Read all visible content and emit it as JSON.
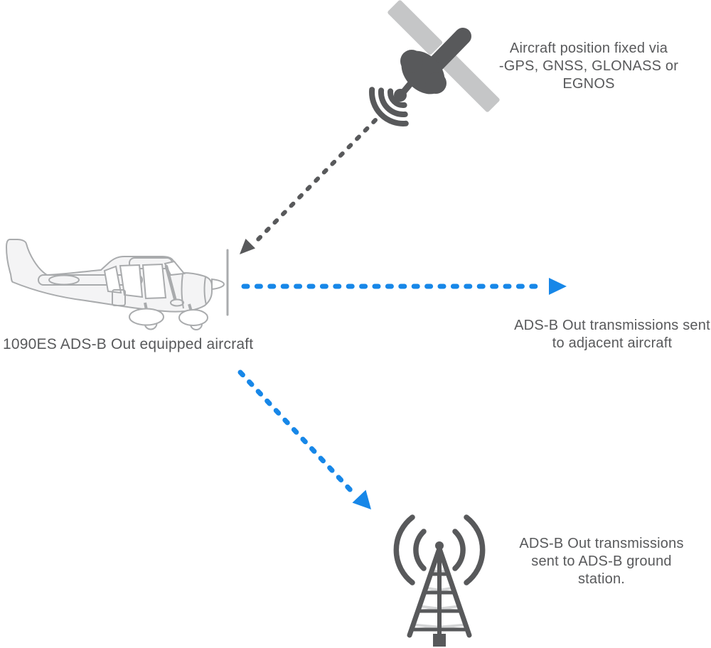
{
  "diagram": {
    "colors": {
      "background": "#ffffff",
      "text": "#58595b",
      "icon-dark": "#58595b",
      "icon-light": "#c5c6c7",
      "outline": "#a9abad",
      "blue": "#1787e8"
    },
    "satellite": {
      "icon": "satellite-icon",
      "caption_line1": "Aircraft position fixed via",
      "caption_line2": "-GPS, GNSS, GLONASS or",
      "caption_line3": "EGNOS"
    },
    "aircraft": {
      "icon": "aircraft-icon",
      "label": "1090ES ADS-B Out equipped aircraft"
    },
    "adjacent_transmission": {
      "caption_line1": "ADS-B Out transmissions sent",
      "caption_line2": "to adjacent aircraft"
    },
    "ground_station": {
      "icon": "radio-tower-icon",
      "caption_line1": "ADS-B Out transmissions",
      "caption_line2": "sent to ADS-B ground",
      "caption_line3": "station."
    }
  }
}
